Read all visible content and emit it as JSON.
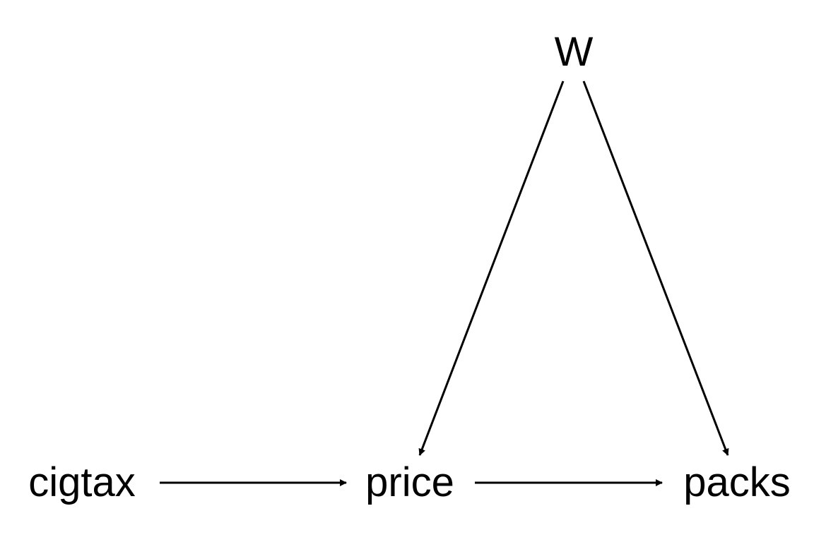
{
  "diagram": {
    "type": "directed-acyclic-graph",
    "line_color": "#000000",
    "text_color": "#000000",
    "background": "#ffffff",
    "nodes": [
      {
        "id": "cigtax",
        "label": "cigtax"
      },
      {
        "id": "price",
        "label": "price"
      },
      {
        "id": "packs",
        "label": "packs"
      },
      {
        "id": "w",
        "label": "W"
      }
    ],
    "edges": [
      {
        "from": "cigtax",
        "to": "price"
      },
      {
        "from": "price",
        "to": "packs"
      },
      {
        "from": "w",
        "to": "price"
      },
      {
        "from": "w",
        "to": "packs"
      }
    ]
  }
}
